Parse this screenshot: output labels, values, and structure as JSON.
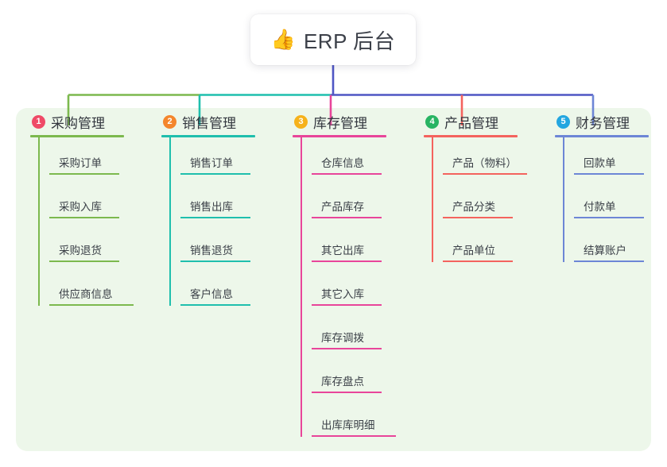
{
  "root": {
    "icon": "thumbs-up-icon",
    "emoji": "👍",
    "title": "ERP 后台"
  },
  "theme": {
    "panel_bg": "#edf7ea",
    "page_bg": "#ffffff",
    "trunk_color": "#4f56c4",
    "text_color": "#3a3f47"
  },
  "columns": [
    {
      "index": "1",
      "badge_number": "1",
      "badge_color": "#ef4a67",
      "title": "采购管理",
      "line_color": "#7cb94e",
      "items": [
        {
          "label": "采购订单"
        },
        {
          "label": "采购入库"
        },
        {
          "label": "采购退货"
        },
        {
          "label": "供应商信息"
        }
      ]
    },
    {
      "index": "2",
      "badge_number": "2",
      "badge_color": "#f4862c",
      "title": "销售管理",
      "line_color": "#1fbfad",
      "items": [
        {
          "label": "销售订单"
        },
        {
          "label": "销售出库"
        },
        {
          "label": "销售退货"
        },
        {
          "label": "客户信息"
        }
      ]
    },
    {
      "index": "3",
      "badge_number": "3",
      "badge_color": "#f6b21b",
      "title": "库存管理",
      "line_color": "#e8459a",
      "items": [
        {
          "label": "仓库信息"
        },
        {
          "label": "产品库存"
        },
        {
          "label": "其它出库"
        },
        {
          "label": "其它入库"
        },
        {
          "label": "库存调拨"
        },
        {
          "label": "库存盘点"
        },
        {
          "label": "出库库明细"
        }
      ]
    },
    {
      "index": "4",
      "badge_number": "4",
      "badge_color": "#28b463",
      "title": "产品管理",
      "line_color": "#f4635e",
      "items": [
        {
          "label": "产品（物料）"
        },
        {
          "label": "产品分类"
        },
        {
          "label": "产品单位"
        }
      ]
    },
    {
      "index": "5",
      "badge_number": "5",
      "badge_color": "#23a6e0",
      "title": "财务管理",
      "line_color": "#6d86d6",
      "items": [
        {
          "label": "回款单"
        },
        {
          "label": "付款单"
        },
        {
          "label": "结算账户"
        }
      ]
    }
  ]
}
